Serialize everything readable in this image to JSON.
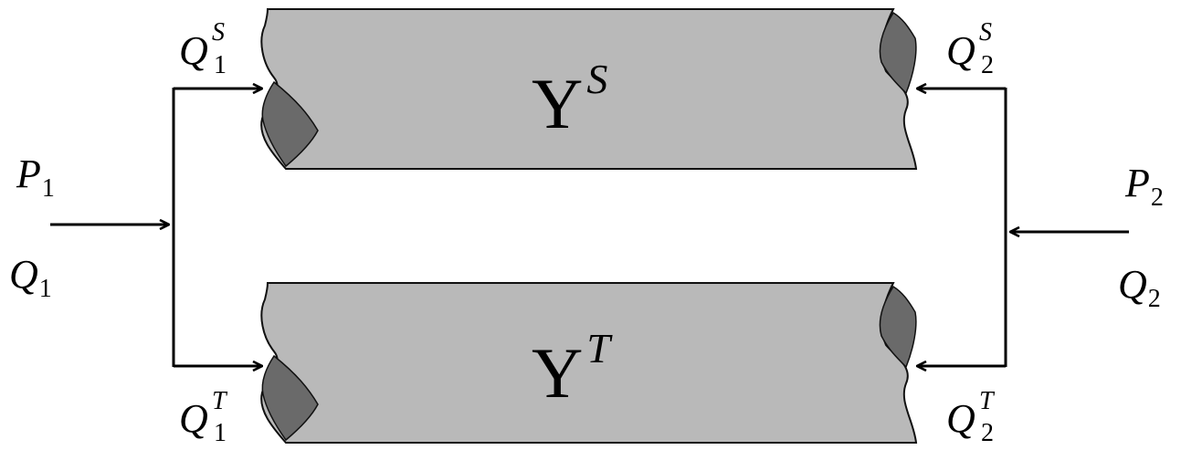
{
  "colors": {
    "pipe_fill": "#b9b9b9",
    "pipe_edge": "#111111",
    "cut_fill": "#6a6a6a",
    "line": "#000000",
    "background": "#ffffff"
  },
  "pipes": {
    "top": {
      "symbol": "Y",
      "superscript": "S"
    },
    "bottom": {
      "symbol": "Y",
      "superscript": "T"
    }
  },
  "labels": {
    "p1": {
      "main": "P",
      "sub": "1",
      "sup": ""
    },
    "q1": {
      "main": "Q",
      "sub": "1",
      "sup": ""
    },
    "p2": {
      "main": "P",
      "sub": "2",
      "sup": ""
    },
    "q2": {
      "main": "Q",
      "sub": "2",
      "sup": ""
    },
    "q1s": {
      "main": "Q",
      "sub": "1",
      "sup": "S"
    },
    "q2s": {
      "main": "Q",
      "sub": "2",
      "sup": "S"
    },
    "q1t": {
      "main": "Q",
      "sub": "1",
      "sup": "T"
    },
    "q2t": {
      "main": "Q",
      "sub": "2",
      "sup": "T"
    }
  }
}
